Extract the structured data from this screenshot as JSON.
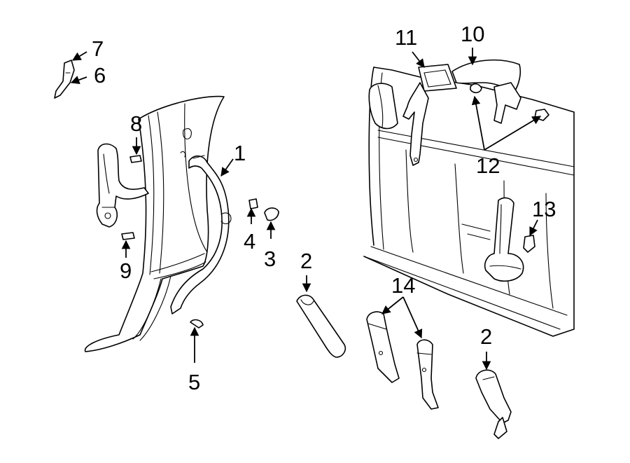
{
  "colors": {
    "line": "#000000",
    "background": "#ffffff"
  },
  "callouts": [
    {
      "id": "c1",
      "text": "1"
    },
    {
      "id": "c2a",
      "text": "2"
    },
    {
      "id": "c2b",
      "text": "2"
    },
    {
      "id": "c3",
      "text": "3"
    },
    {
      "id": "c4",
      "text": "4"
    },
    {
      "id": "c5",
      "text": "5"
    },
    {
      "id": "c6",
      "text": "6"
    },
    {
      "id": "c7",
      "text": "7"
    },
    {
      "id": "c8",
      "text": "8"
    },
    {
      "id": "c9",
      "text": "9"
    },
    {
      "id": "c10",
      "text": "10"
    },
    {
      "id": "c11",
      "text": "11"
    },
    {
      "id": "c12",
      "text": "12"
    },
    {
      "id": "c13",
      "text": "13"
    },
    {
      "id": "c14",
      "text": "14"
    }
  ]
}
